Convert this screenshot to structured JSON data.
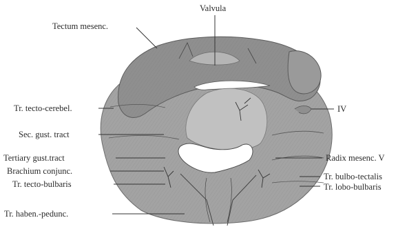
{
  "title": "Valvula",
  "labels_left": [
    "Tectum mesenc.",
    "Tr. tecto-cerebel.",
    "Sec. gust. tract",
    "Tertiary gust.tract",
    "Brachium conjunc.",
    "Tr. tecto-bulbaris",
    "Tr. haben.-pedunc."
  ],
  "labels_right": [
    "IV",
    "Radix mesenc. V",
    "Tr. bulbo-tectalis",
    "Tr. lobo-bulbaris"
  ],
  "colors": {
    "tissue_dark": "#8a8a8a",
    "tissue_mid": "#a9a9a9",
    "tissue_light": "#c4c4c4",
    "line": "#333333",
    "background": "#ffffff"
  }
}
